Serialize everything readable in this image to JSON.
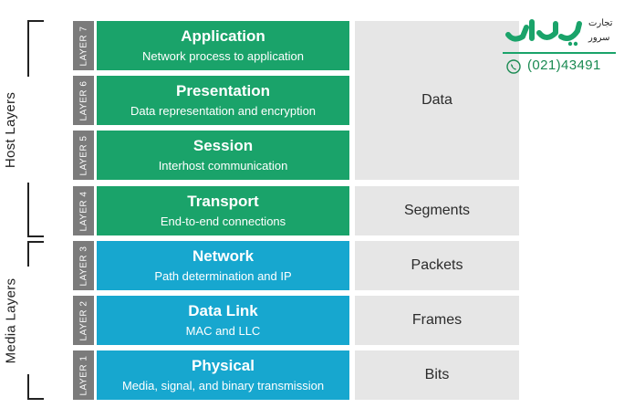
{
  "groups": {
    "host": "Host Layers",
    "media": "Media Layers"
  },
  "layers": [
    {
      "tab": "LAYER 7",
      "name": "Application",
      "desc": "Network process to application",
      "color": "#1aa36a"
    },
    {
      "tab": "LAYER 6",
      "name": "Presentation",
      "desc": "Data representation and encryption",
      "color": "#1aa36a"
    },
    {
      "tab": "LAYER 5",
      "name": "Session",
      "desc": "Interhost communication",
      "color": "#1aa36a"
    },
    {
      "tab": "LAYER 4",
      "name": "Transport",
      "desc": "End-to-end connections",
      "color": "#1aa36a"
    },
    {
      "tab": "LAYER 3",
      "name": "Network",
      "desc": "Path determination and IP",
      "color": "#17a7cf"
    },
    {
      "tab": "LAYER 2",
      "name": "Data Link",
      "desc": "MAC and LLC",
      "color": "#17a7cf"
    },
    {
      "tab": "LAYER 1",
      "name": "Physical",
      "desc": "Media, signal, and binary transmission",
      "color": "#17a7cf"
    }
  ],
  "units": {
    "data": "Data",
    "segments": "Segments",
    "packets": "Packets",
    "frames": "Frames",
    "bits": "Bits"
  },
  "logo": {
    "brand": "پارسه",
    "sub_top": "تجارت",
    "sub_bottom": "سرور",
    "phone": "(021)43491",
    "icon": "phone-icon"
  }
}
